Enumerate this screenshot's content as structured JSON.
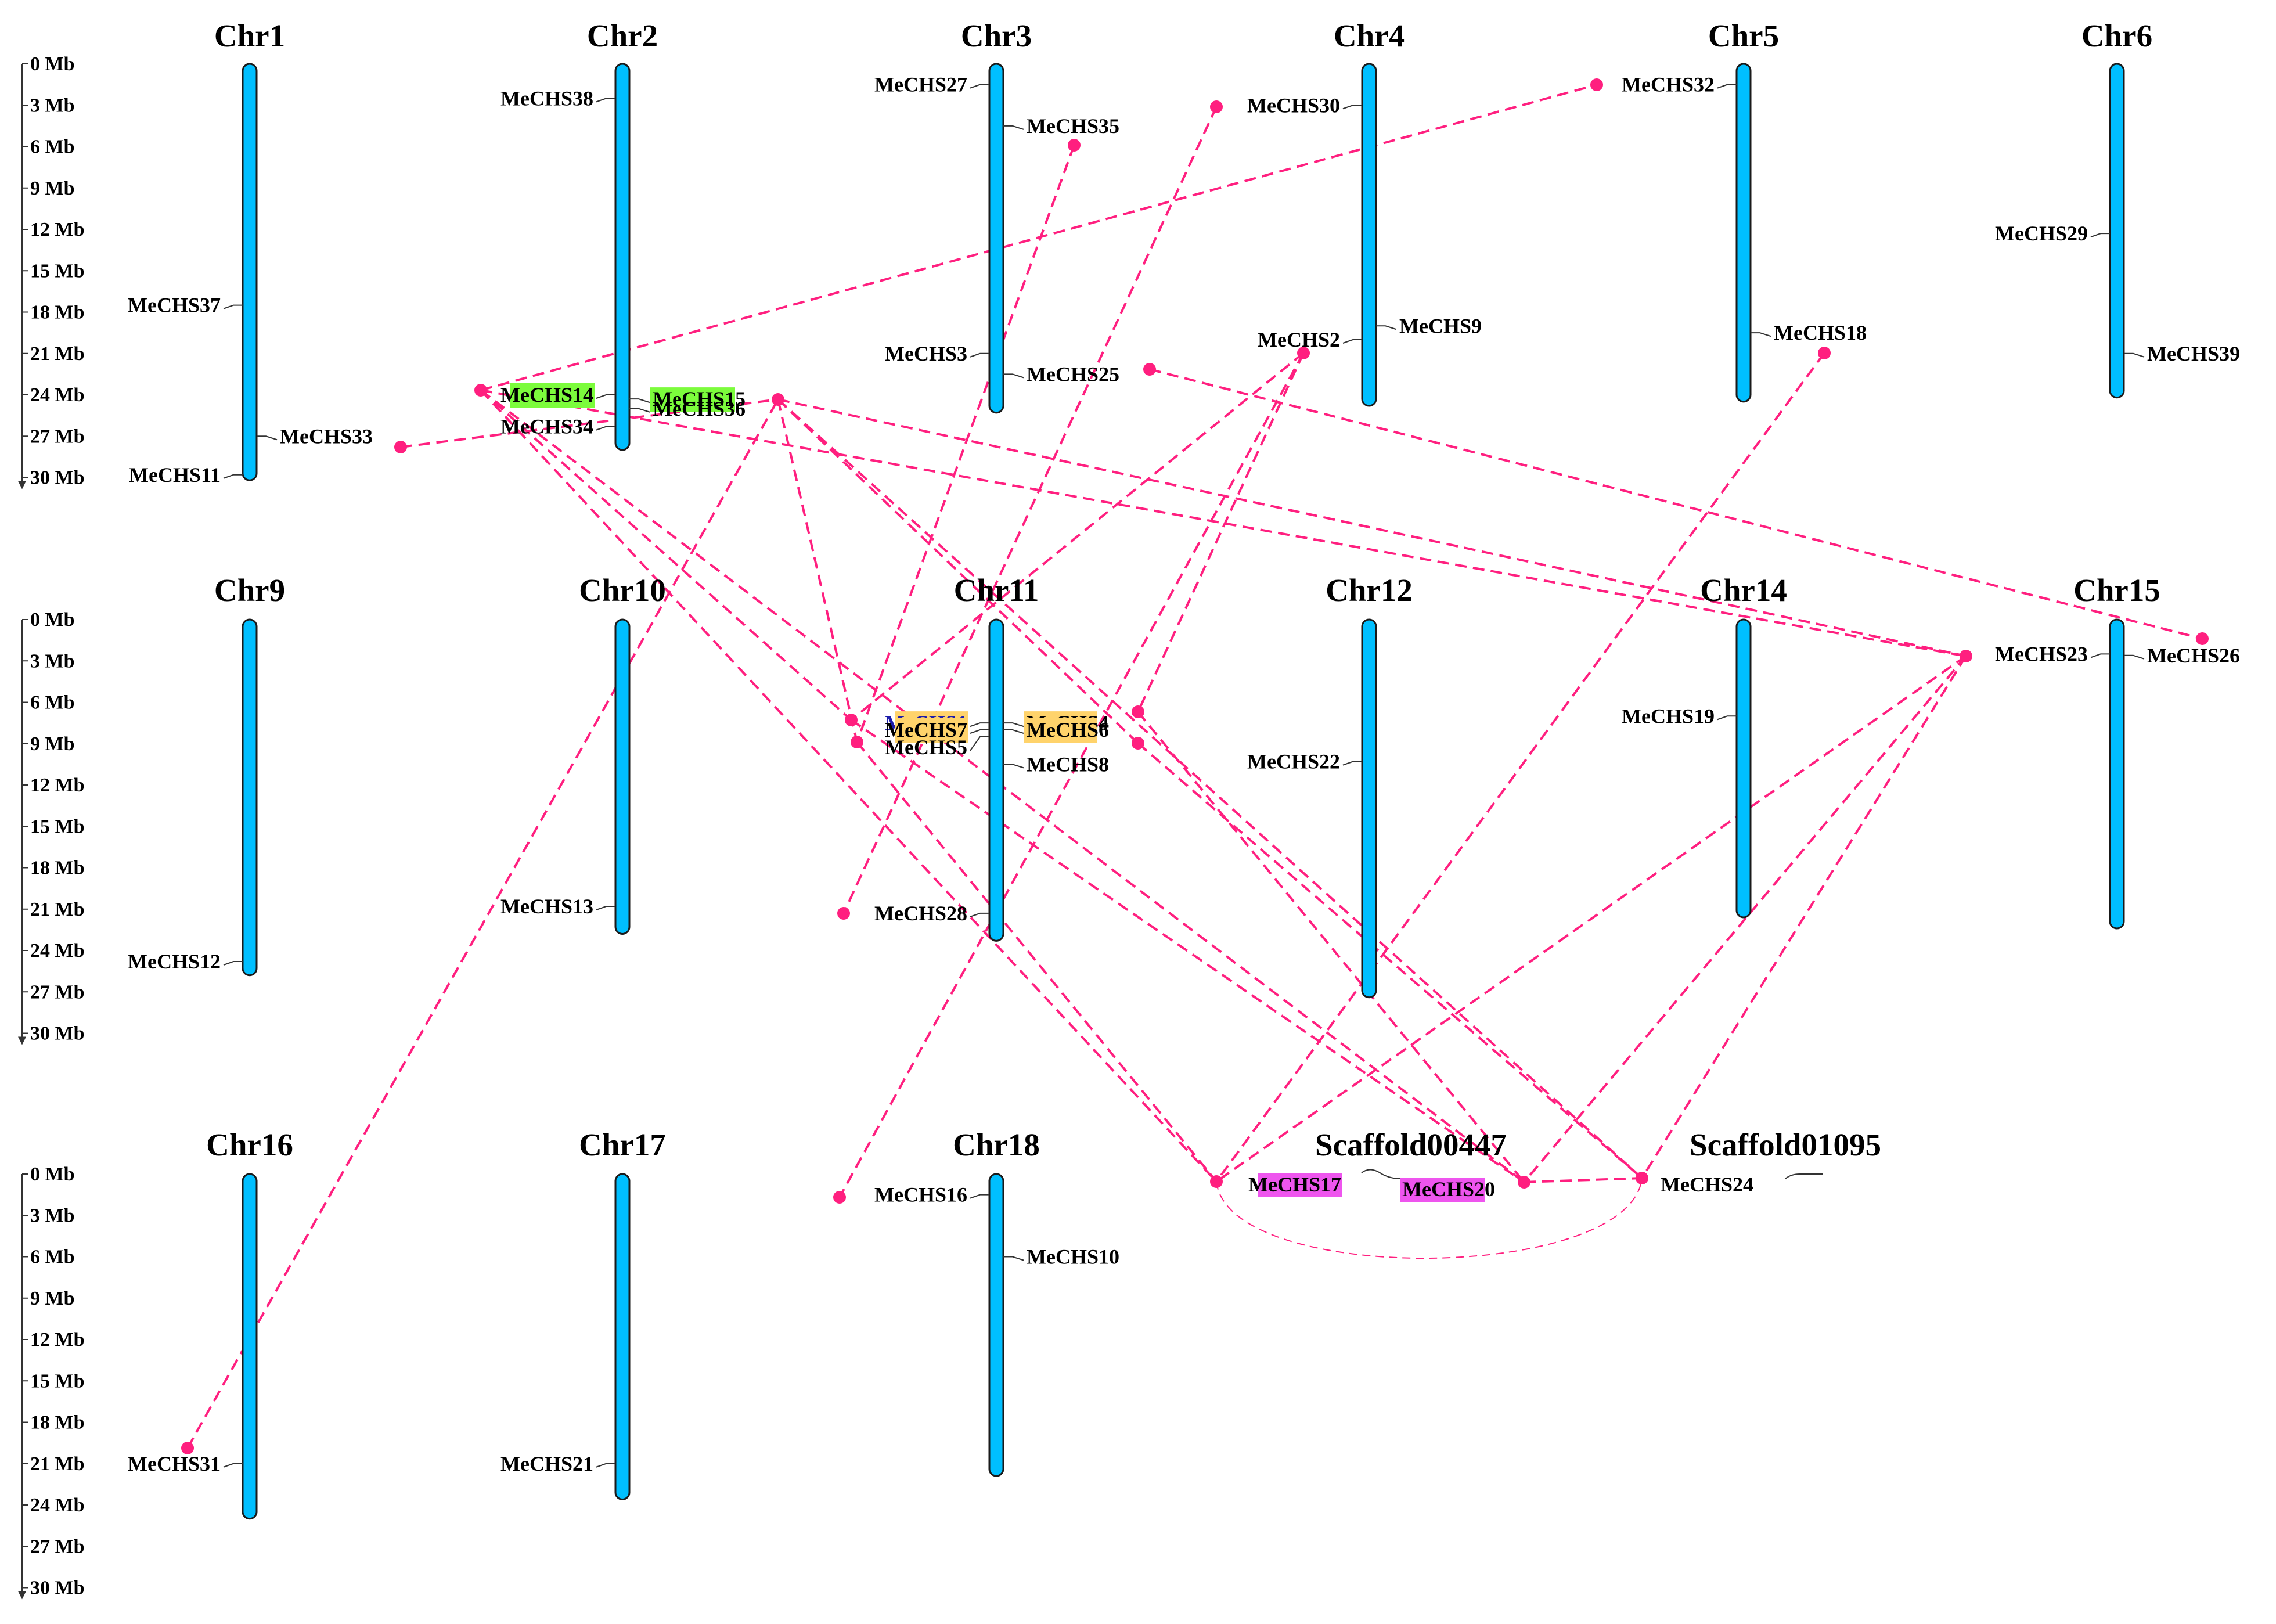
{
  "colors": {
    "chromosome": "#00BFFF",
    "link": "#FF1F7F",
    "highlight_green": "#7CFC3C",
    "highlight_yellow": "#FFD36B",
    "highlight_magenta": "#EE55EE"
  },
  "scale_unit": "Mb",
  "scale_max_mb": 30,
  "ruler_labels": [
    "0 Mb",
    "3 Mb",
    "6 Mb",
    "9 Mb",
    "12 Mb",
    "15 Mb",
    "18 Mb",
    "21 Mb",
    "24 Mb",
    "27 Mb",
    "30 Mb"
  ],
  "rows": [
    {
      "id": "row1",
      "chromosomes": [
        {
          "name": "Chr1",
          "length_mb": 30.2
        },
        {
          "name": "Chr2",
          "length_mb": 28.0
        },
        {
          "name": "Chr3",
          "length_mb": 25.3
        },
        {
          "name": "Chr4",
          "length_mb": 24.8
        },
        {
          "name": "Chr5",
          "length_mb": 24.5
        },
        {
          "name": "Chr6",
          "length_mb": 24.2
        }
      ]
    },
    {
      "id": "row2",
      "chromosomes": [
        {
          "name": "Chr9",
          "length_mb": 25.8
        },
        {
          "name": "Chr10",
          "length_mb": 22.8
        },
        {
          "name": "Chr11",
          "length_mb": 23.3
        },
        {
          "name": "Chr12",
          "length_mb": 27.4
        },
        {
          "name": "Chr14",
          "length_mb": 21.6
        },
        {
          "name": "Chr15",
          "length_mb": 22.4
        }
      ]
    },
    {
      "id": "row3",
      "chromosomes": [
        {
          "name": "Chr16",
          "length_mb": 25.0
        },
        {
          "name": "Chr17",
          "length_mb": 23.6
        },
        {
          "name": "Chr18",
          "length_mb": 21.9
        },
        {
          "name": "Scaffold00447",
          "length_mb": 0.6,
          "scaffold": true
        },
        {
          "name": "Scaffold01095",
          "length_mb": 0.3,
          "scaffold": true
        }
      ]
    }
  ],
  "genes": [
    {
      "name": "MeCHS37",
      "chr": "Chr1",
      "pos_mb": 17.5,
      "side": "left"
    },
    {
      "name": "MeCHS33",
      "chr": "Chr1",
      "pos_mb": 27.0,
      "side": "right"
    },
    {
      "name": "MeCHS11",
      "chr": "Chr1",
      "pos_mb": 29.8,
      "side": "left"
    },
    {
      "name": "MeCHS38",
      "chr": "Chr2",
      "pos_mb": 2.5,
      "side": "left"
    },
    {
      "name": "MeCHS14",
      "chr": "Chr2",
      "pos_mb": 24.0,
      "side": "left",
      "highlight": "green"
    },
    {
      "name": "MeCHS15",
      "chr": "Chr2",
      "pos_mb": 24.3,
      "side": "right",
      "highlight": "green"
    },
    {
      "name": "MeCHS36",
      "chr": "Chr2",
      "pos_mb": 25.0,
      "side": "right"
    },
    {
      "name": "MeCHS34",
      "chr": "Chr2",
      "pos_mb": 26.3,
      "side": "left"
    },
    {
      "name": "MeCHS27",
      "chr": "Chr3",
      "pos_mb": 1.5,
      "side": "left"
    },
    {
      "name": "MeCHS35",
      "chr": "Chr3",
      "pos_mb": 4.5,
      "side": "right"
    },
    {
      "name": "MeCHS3",
      "chr": "Chr3",
      "pos_mb": 21.0,
      "side": "left"
    },
    {
      "name": "MeCHS25",
      "chr": "Chr3",
      "pos_mb": 22.5,
      "side": "right"
    },
    {
      "name": "MeCHS30",
      "chr": "Chr4",
      "pos_mb": 3.0,
      "side": "left"
    },
    {
      "name": "MeCHS9",
      "chr": "Chr4",
      "pos_mb": 19.0,
      "side": "right"
    },
    {
      "name": "MeCHS2",
      "chr": "Chr4",
      "pos_mb": 20.0,
      "side": "left"
    },
    {
      "name": "MeCHS32",
      "chr": "Chr5",
      "pos_mb": 1.5,
      "side": "left"
    },
    {
      "name": "MeCHS18",
      "chr": "Chr5",
      "pos_mb": 19.5,
      "side": "right"
    },
    {
      "name": "MeCHS29",
      "chr": "Chr6",
      "pos_mb": 12.3,
      "side": "left"
    },
    {
      "name": "MeCHS39",
      "chr": "Chr6",
      "pos_mb": 21.0,
      "side": "right"
    },
    {
      "name": "MeCHS12",
      "chr": "Chr9",
      "pos_mb": 24.8,
      "side": "left"
    },
    {
      "name": "MeCHS13",
      "chr": "Chr10",
      "pos_mb": 20.8,
      "side": "left"
    },
    {
      "name": "MeCHS1",
      "chr": "Chr11",
      "pos_mb": 7.5,
      "side": "left",
      "highlight": "yellow",
      "text_color": "#1c1caa"
    },
    {
      "name": "MeCHS4",
      "chr": "Chr11",
      "pos_mb": 7.5,
      "side": "right",
      "highlight": "yellow"
    },
    {
      "name": "MeCHS7",
      "chr": "Chr11",
      "pos_mb": 8.0,
      "side": "left",
      "highlight": "yellow"
    },
    {
      "name": "MeCHS6",
      "chr": "Chr11",
      "pos_mb": 8.0,
      "side": "right",
      "highlight": "yellow"
    },
    {
      "name": "MeCHS5",
      "chr": "Chr11",
      "pos_mb": 8.5,
      "side": "left"
    },
    {
      "name": "MeCHS8",
      "chr": "Chr11",
      "pos_mb": 10.5,
      "side": "right"
    },
    {
      "name": "MeCHS28",
      "chr": "Chr11",
      "pos_mb": 21.3,
      "side": "left"
    },
    {
      "name": "MeCHS22",
      "chr": "Chr12",
      "pos_mb": 10.3,
      "side": "left"
    },
    {
      "name": "MeCHS19",
      "chr": "Chr14",
      "pos_mb": 7.0,
      "side": "left"
    },
    {
      "name": "MeCHS23",
      "chr": "Chr15",
      "pos_mb": 2.5,
      "side": "left"
    },
    {
      "name": "MeCHS26",
      "chr": "Chr15",
      "pos_mb": 2.6,
      "side": "right"
    },
    {
      "name": "MeCHS31",
      "chr": "Chr16",
      "pos_mb": 21.0,
      "side": "left"
    },
    {
      "name": "MeCHS21",
      "chr": "Chr17",
      "pos_mb": 21.0,
      "side": "left"
    },
    {
      "name": "MeCHS16",
      "chr": "Chr18",
      "pos_mb": 1.5,
      "side": "left"
    },
    {
      "name": "MeCHS10",
      "chr": "Chr18",
      "pos_mb": 6.0,
      "side": "right"
    },
    {
      "name": "MeCHS17",
      "chr": "Scaffold00447",
      "side": "left",
      "highlight": "magenta"
    },
    {
      "name": "MeCHS20",
      "chr": "Scaffold00447",
      "side": "right",
      "highlight": "magenta"
    },
    {
      "name": "MeCHS24",
      "chr": "Scaffold01095",
      "side": "left"
    }
  ],
  "links": [
    [
      "MeCHS14",
      "MeCHS32"
    ],
    [
      "MeCHS14",
      "MeCHS23"
    ],
    [
      "MeCHS14",
      "MeCHS1"
    ],
    [
      "MeCHS14",
      "MeCHS20"
    ],
    [
      "MeCHS14",
      "MeCHS17"
    ],
    [
      "MeCHS33",
      "MeCHS15"
    ],
    [
      "MeCHS15",
      "MeCHS23"
    ],
    [
      "MeCHS15",
      "MeCHS7"
    ],
    [
      "MeCHS15",
      "MeCHS24"
    ],
    [
      "MeCHS15",
      "MeCHS6"
    ],
    [
      "MeCHS35",
      "MeCHS7"
    ],
    [
      "MeCHS30",
      "MeCHS28"
    ],
    [
      "MeCHS2",
      "MeCHS1"
    ],
    [
      "MeCHS2",
      "MeCHS16"
    ],
    [
      "MeCHS2",
      "MeCHS4"
    ],
    [
      "MeCHS25",
      "MeCHS26"
    ],
    [
      "MeCHS18",
      "MeCHS17"
    ],
    [
      "MeCHS31",
      "MeCHS15"
    ],
    [
      "MeCHS1",
      "MeCHS20"
    ],
    [
      "MeCHS7",
      "MeCHS17"
    ],
    [
      "MeCHS6",
      "MeCHS24"
    ],
    [
      "MeCHS4",
      "MeCHS20"
    ],
    [
      "MeCHS23",
      "MeCHS17"
    ],
    [
      "MeCHS23",
      "MeCHS20"
    ],
    [
      "MeCHS23",
      "MeCHS24"
    ],
    [
      "MeCHS20",
      "MeCHS24"
    ],
    [
      "MeCHS17",
      "MeCHS24"
    ]
  ]
}
